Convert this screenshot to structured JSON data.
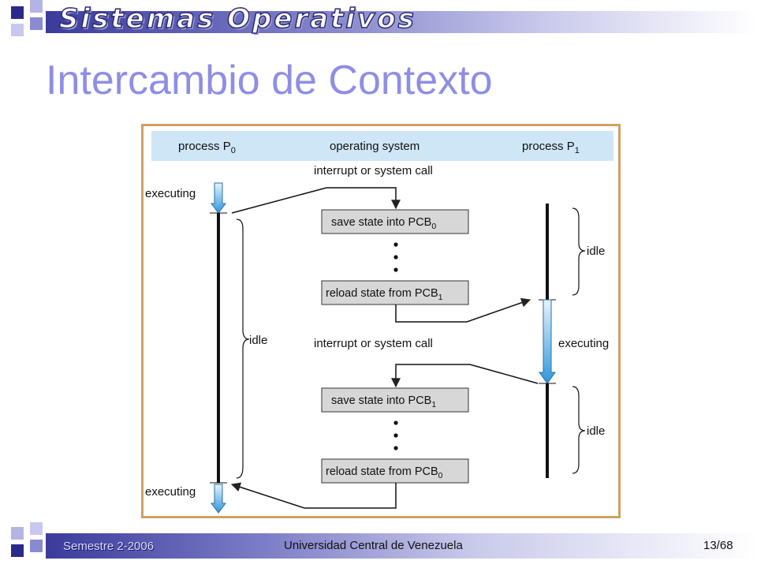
{
  "header": {
    "title": "Sistemas Operativos"
  },
  "slide": {
    "title": "Intercambio de Contexto"
  },
  "diagram": {
    "columns": {
      "p0_prefix": "process P",
      "p0_sub": "0",
      "os": "operating system",
      "p1_prefix": "process P",
      "p1_sub": "1"
    },
    "interrupt_1": "interrupt or system call",
    "interrupt_2": "interrupt or system call",
    "p0_executing_top": "executing",
    "p0_idle": "idle",
    "p0_executing_bottom": "executing",
    "p1_idle_top": "idle",
    "p1_executing": "executing",
    "p1_idle_bottom": "idle",
    "save_1_prefix": "save state into PCB",
    "save_1_sub": "0",
    "reload_1_prefix": "reload state from PCB",
    "reload_1_sub": "1",
    "save_2_prefix": "save state into PCB",
    "save_2_sub": "1",
    "reload_2_prefix": "reload state from PCB",
    "reload_2_sub": "0"
  },
  "footer": {
    "semester": "Semestre 2-2006",
    "university": "Universidad Central de Venezuela",
    "page": "13/68"
  },
  "colors": {
    "theme_dark": "#3b3b9c",
    "title": "#8e8ee6",
    "frame": "#cfa165",
    "header_band": "#cfe6f7",
    "box_fill": "#d7d7d7",
    "exec_arrow": "#4aa3df"
  }
}
